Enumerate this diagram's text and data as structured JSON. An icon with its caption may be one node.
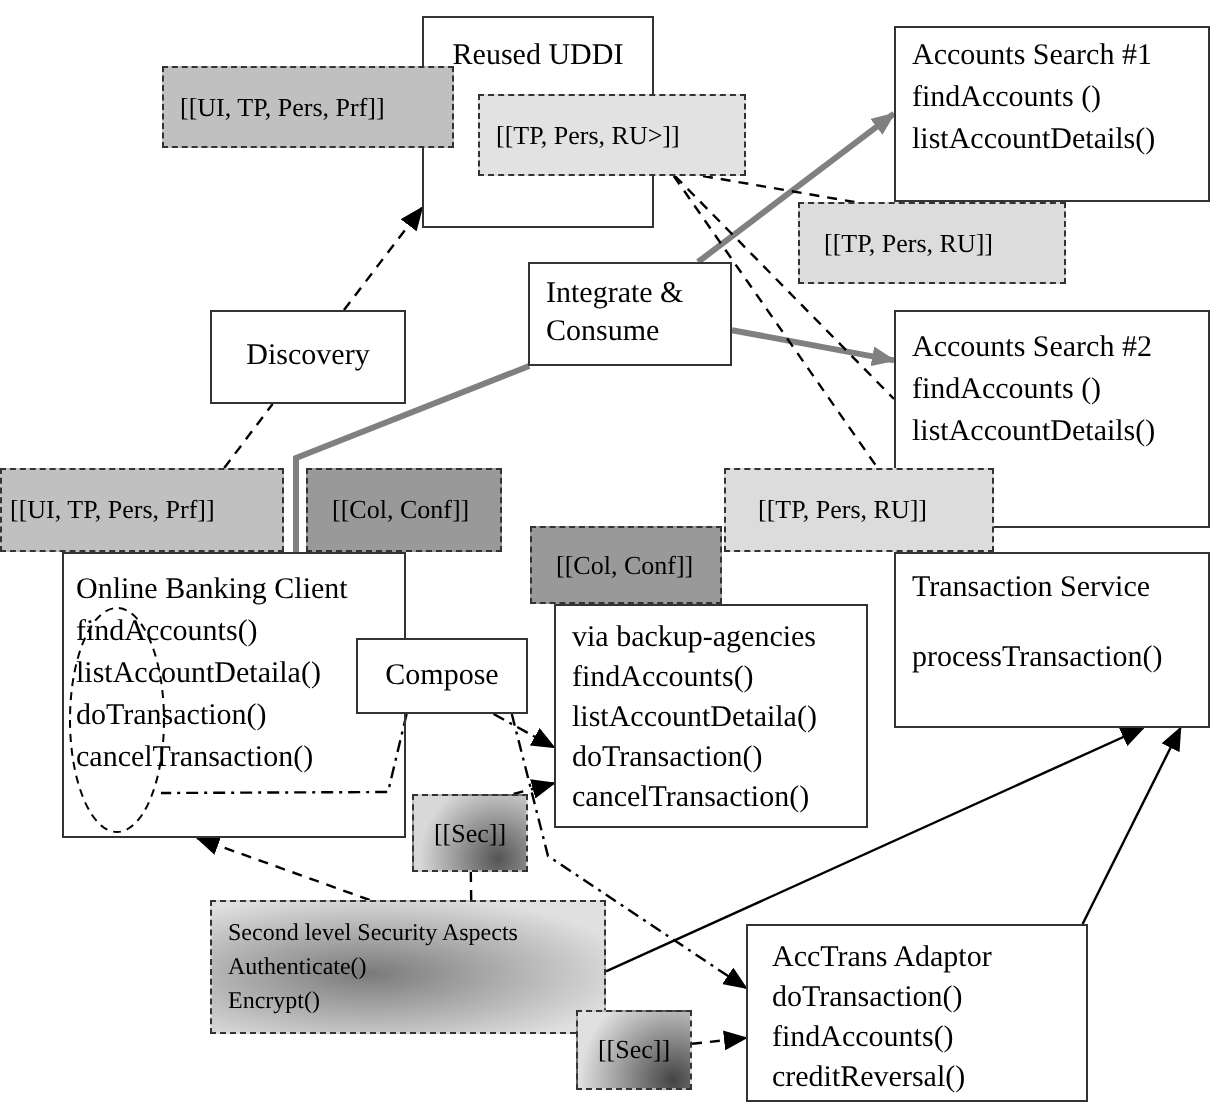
{
  "diagram": {
    "nodes": [
      {
        "text": [
          "Reused UDDI"
        ]
      },
      {
        "text": [
          "[[UI, TP, Pers, Prf]]"
        ]
      },
      {
        "text": [
          "[[TP, Pers, RU>]]"
        ]
      },
      {
        "text": [
          "Accounts Search #1",
          "findAccounts ()",
          "listAccountDetails()"
        ]
      },
      {
        "text": [
          "[[TP, Pers, RU]]"
        ]
      },
      {
        "text": [
          "Integrate & Consume"
        ]
      },
      {
        "text": [
          "Discovery"
        ]
      },
      {
        "text": [
          "Accounts Search #2",
          "findAccounts ()",
          "listAccountDetails()"
        ]
      },
      {
        "text": [
          "[[UI, TP, Pers, Prf]]"
        ]
      },
      {
        "text": [
          "[[Col, Conf]]"
        ]
      },
      {
        "text": [
          "[[TP, Pers, RU]]"
        ]
      },
      {
        "text": [
          "[[Col, Conf]]"
        ]
      },
      {
        "text": [
          "Online Banking Client",
          "findAccounts()",
          "listAccountDetaila()",
          "doTransaction()",
          "cancelTransaction()"
        ]
      },
      {
        "text": [
          "Compose"
        ]
      },
      {
        "text": [
          "via backup-agencies",
          "findAccounts()",
          "listAccountDetaila()",
          "doTransaction()",
          "cancelTransaction()"
        ]
      },
      {
        "text": [
          "Transaction Service",
          "processTransaction()"
        ]
      },
      {
        "text": [
          "[[Sec]]"
        ]
      },
      {
        "text": [
          "Second level Security Aspects",
          "Authenticate()",
          "Encrypt()"
        ]
      },
      {
        "text": [
          "[[Sec]]"
        ]
      },
      {
        "text": [
          "AccTrans Adaptor",
          "doTransaction()",
          "findAccounts()",
          "creditReversal()"
        ]
      },
      {
        "text": [],
        "shape": "ellipse",
        "in": 12
      }
    ],
    "edges": [
      {
        "from": 8,
        "to": 6,
        "arrow": "none",
        "style": "dashed"
      },
      {
        "from": 6,
        "to": 0,
        "arrow": "to",
        "style": "dashed"
      },
      {
        "from": 12,
        "to": 5,
        "arrow": "none",
        "style": "thick",
        "color": "#808080"
      },
      {
        "from": 5,
        "to": 3,
        "arrow": "to",
        "style": "thick",
        "color": "#808080"
      },
      {
        "from": 5,
        "to": 7,
        "arrow": "to",
        "style": "thick",
        "color": "#808080"
      },
      {
        "from": 2,
        "to": 4,
        "arrow": "none",
        "style": "dashed"
      },
      {
        "from": 2,
        "to": 7,
        "arrow": "none",
        "style": "dashed"
      },
      {
        "from": 2,
        "to": 10,
        "arrow": "none",
        "style": "dashed"
      },
      {
        "from": 13,
        "to": 14,
        "arrow": "to",
        "style": "dashed"
      },
      {
        "from": 13,
        "to": 20,
        "arrow": "none",
        "style": "dashed"
      },
      {
        "from": 13,
        "to": 19,
        "arrow": "to",
        "style": "dashed"
      },
      {
        "from": 16,
        "to": 14,
        "arrow": "to",
        "style": "dashed"
      },
      {
        "from": 17,
        "to": 12,
        "arrow": "to",
        "style": "dashed"
      },
      {
        "from": 17,
        "to": 16,
        "arrow": "none",
        "style": "dashed"
      },
      {
        "from": 18,
        "to": 19,
        "arrow": "to",
        "style": "dashed"
      },
      {
        "from": 17,
        "to": 15,
        "arrow": "to"
      },
      {
        "from": 19,
        "to": 15,
        "arrow": "to"
      }
    ]
  }
}
